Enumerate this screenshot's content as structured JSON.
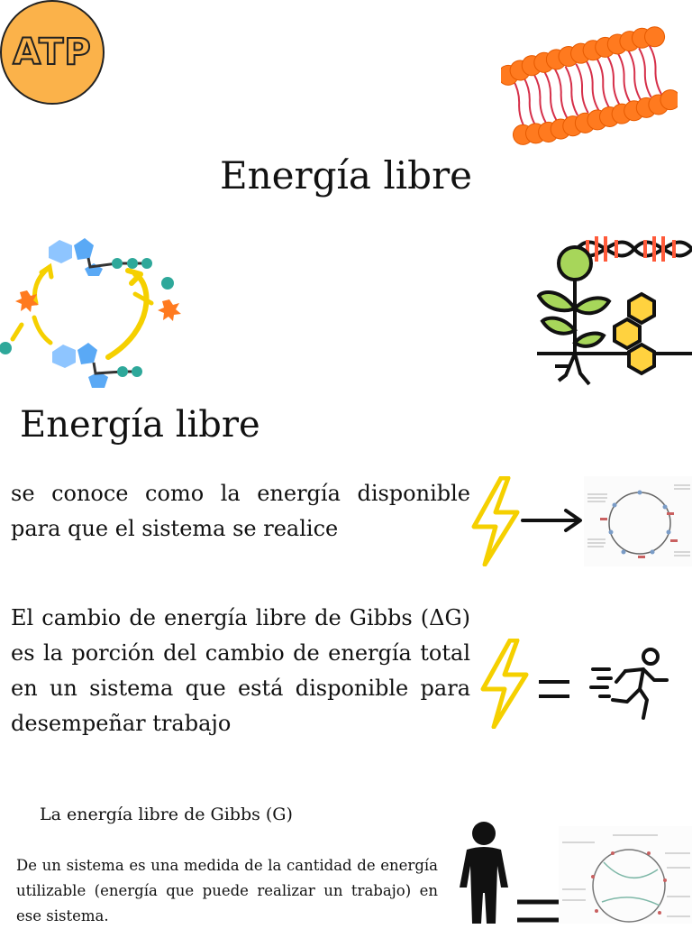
{
  "badge": {
    "label": "ATP",
    "color": "#fbb24a"
  },
  "title": "Energía libre",
  "subtitle": "Energía libre",
  "definition": " se conoce como la energía disponible para que el sistema se realice",
  "gibbs_change": "El cambio de energía libre de Gibbs (ΔG) es la porción del cambio de energía total en un sistema que está disponible para desempeñar trabajo",
  "gibbs_heading": "La energía libre de Gibbs (G)",
  "gibbs_definition": "De un sistema es una medida de la cantidad de energía utilizable (energía que puede realizar un trabajo) en ese sistema.",
  "icons": {
    "membrane": "lipid-bilayer-icon",
    "atp_cycle": "atp-cycle-icon",
    "plant_dna": "plant-dna-icon",
    "lightning": "lightning-icon",
    "arrow": "arrow-right-icon",
    "equals": "equals-icon",
    "runner": "running-person-icon",
    "person": "person-icon"
  },
  "colors": {
    "orange": "#ff7a1f",
    "yellow": "#f5d000",
    "blue": "#5aa9f5",
    "teal": "#2ea89a"
  }
}
